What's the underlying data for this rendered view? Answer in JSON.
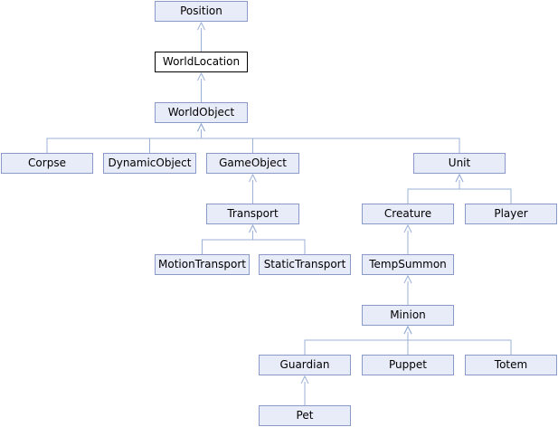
{
  "classes": {
    "position": "Position",
    "worldlocation": "WorldLocation",
    "worldobject": "WorldObject",
    "corpse": "Corpse",
    "dynamicobject": "DynamicObject",
    "gameobject": "GameObject",
    "unit": "Unit",
    "transport": "Transport",
    "creature": "Creature",
    "player": "Player",
    "motiontransport": "MotionTransport",
    "statictransport": "StaticTransport",
    "tempsummon": "TempSummon",
    "minion": "Minion",
    "guardian": "Guardian",
    "puppet": "Puppet",
    "totem": "Totem",
    "pet": "Pet"
  },
  "highlighted": "worldlocation",
  "colors": {
    "edge": "#9bb2d6",
    "node_fill": "#e8ecf8",
    "node_border": "#8a9ac8",
    "highlight_border": "#000000"
  },
  "edges": [
    [
      "worldlocation",
      "position"
    ],
    [
      "worldobject",
      "worldlocation"
    ],
    [
      "corpse",
      "worldobject"
    ],
    [
      "dynamicobject",
      "worldobject"
    ],
    [
      "gameobject",
      "worldobject"
    ],
    [
      "unit",
      "worldobject"
    ],
    [
      "transport",
      "gameobject"
    ],
    [
      "motiontransport",
      "transport"
    ],
    [
      "statictransport",
      "transport"
    ],
    [
      "creature",
      "unit"
    ],
    [
      "player",
      "unit"
    ],
    [
      "tempsummon",
      "creature"
    ],
    [
      "minion",
      "tempsummon"
    ],
    [
      "guardian",
      "minion"
    ],
    [
      "puppet",
      "minion"
    ],
    [
      "totem",
      "minion"
    ],
    [
      "pet",
      "guardian"
    ]
  ]
}
